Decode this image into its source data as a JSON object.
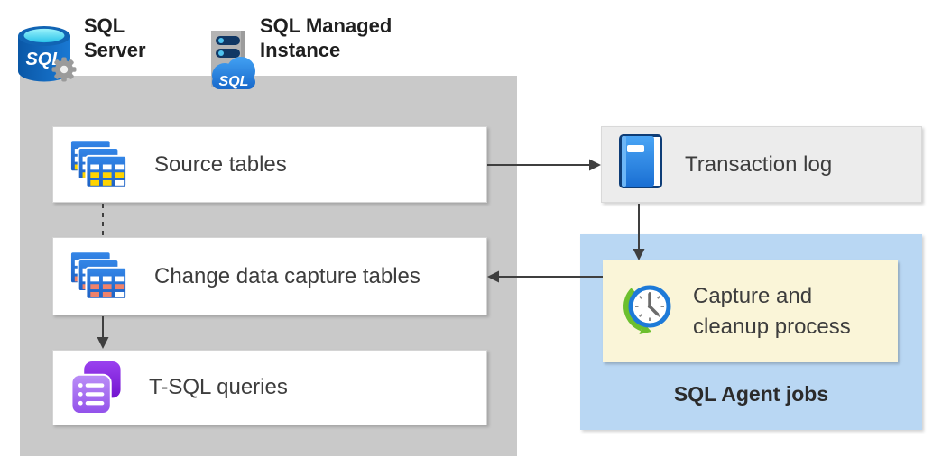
{
  "header": {
    "sql_server": {
      "label": "SQL Server",
      "icon": "sql-server-database-icon"
    },
    "sql_managed_instance": {
      "label": "SQL Managed Instance",
      "icon": "sql-managed-instance-icon"
    }
  },
  "database_container": {
    "boxes": [
      {
        "label": "Source tables",
        "icon": "source-tables-icon"
      },
      {
        "label": "Change data capture tables",
        "icon": "change-data-capture-tables-icon"
      },
      {
        "label": "T-SQL queries",
        "icon": "t-sql-queries-icon"
      }
    ]
  },
  "right_side": {
    "transaction_log": {
      "label": "Transaction log",
      "icon": "transaction-log-book-icon"
    },
    "sql_agent_jobs": {
      "label": "SQL Agent jobs",
      "capture_process": {
        "line1": "Capture and",
        "line2": "cleanup process",
        "icon": "capture-cleanup-clock-icon"
      }
    }
  },
  "arrows": [
    "source-tables-to-transaction-log",
    "transaction-log-to-capture-process",
    "capture-process-to-change-data-capture-tables",
    "source-tables-to-change-data-capture-tables-dashed",
    "change-data-capture-tables-to-t-sql-queries"
  ],
  "colors": {
    "boundary_gray": "#c9c9c9",
    "transaction_log_bg": "#ececec",
    "agent_jobs_blue": "#b9d7f3",
    "capture_yellow": "#faf5d8",
    "arrow": "#3f3f3f",
    "label_text": "#3d3d3d",
    "heading_text": "#1f1f1f",
    "table_icon_blue": "#2374d9",
    "source_cell_yellow": "#ffd400",
    "cdc_cell_orange": "#f0826a",
    "queries_purple": "#9250ea",
    "book_blue": "#2d84e6",
    "clock_green": "#6cbf2e",
    "clock_ring_blue": "#1d7ad8",
    "sql_cylinder_blue": "#1268b3",
    "cloud_blue": "#1f73d2"
  }
}
